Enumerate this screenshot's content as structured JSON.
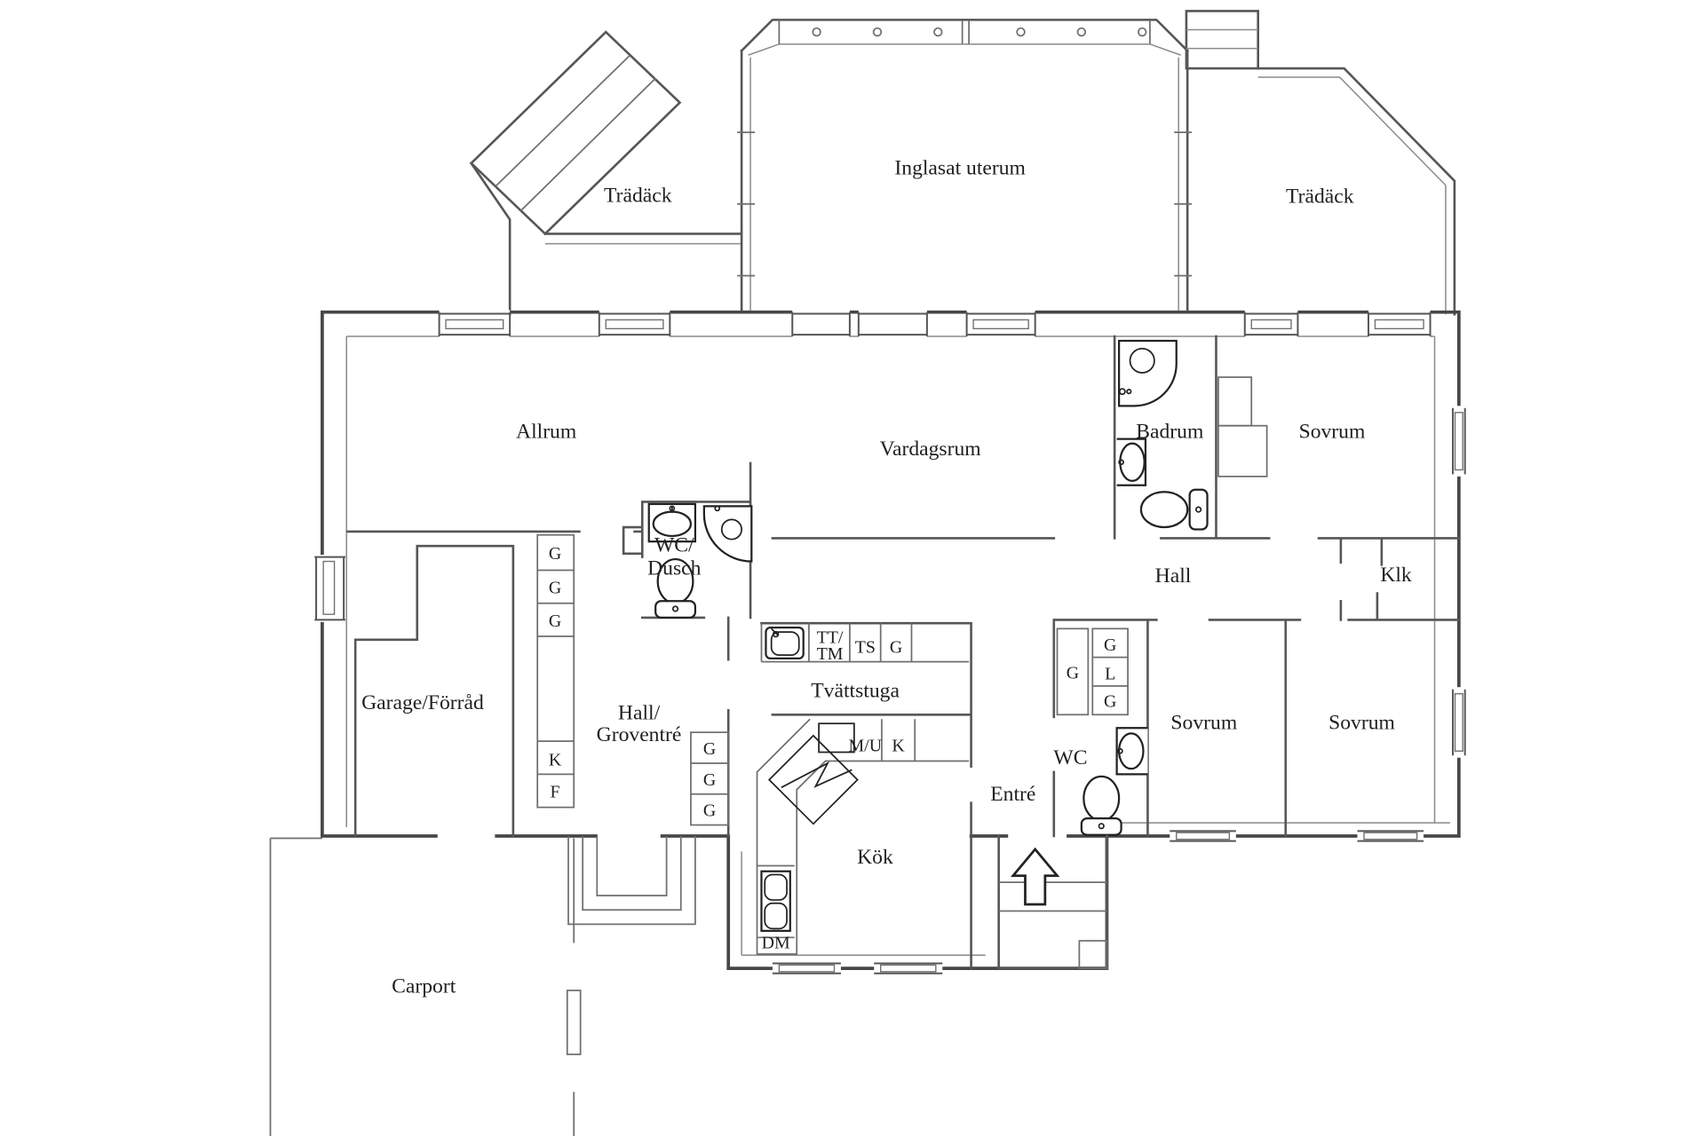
{
  "plan": {
    "rooms": {
      "tradack_left": "Trädäck",
      "inglasat_uterum": "Inglasat uterum",
      "tradack_right": "Trädäck",
      "allrum": "Allrum",
      "vardagsrum": "Vardagsrum",
      "badrum": "Badrum",
      "sovrum_ne": "Sovrum",
      "hall": "Hall",
      "klk": "Klk",
      "wc_dusch_line1": "WC/",
      "wc_dusch_line2": "Dusch",
      "garage_forrad": "Garage/Förråd",
      "hall_groventre_line1": "Hall/",
      "hall_groventre_line2": "Groventré",
      "tvattstuga": "Tvättstuga",
      "kok": "Kök",
      "entre": "Entré",
      "wc": "WC",
      "sovrum_mid": "Sovrum",
      "sovrum_se": "Sovrum",
      "carport": "Carport"
    },
    "cabinets": {
      "g": "G",
      "k": "K",
      "f": "F",
      "l": "L",
      "dm": "DM",
      "mu": "M/U",
      "ts": "TS",
      "tt_line1": "TT/",
      "tt_line2": "TM"
    },
    "colors": {
      "background": "#ffffff",
      "wall": "#474747",
      "inner_wall": "#565656",
      "fixture": "#222222",
      "text": "#1f1f1f"
    }
  }
}
